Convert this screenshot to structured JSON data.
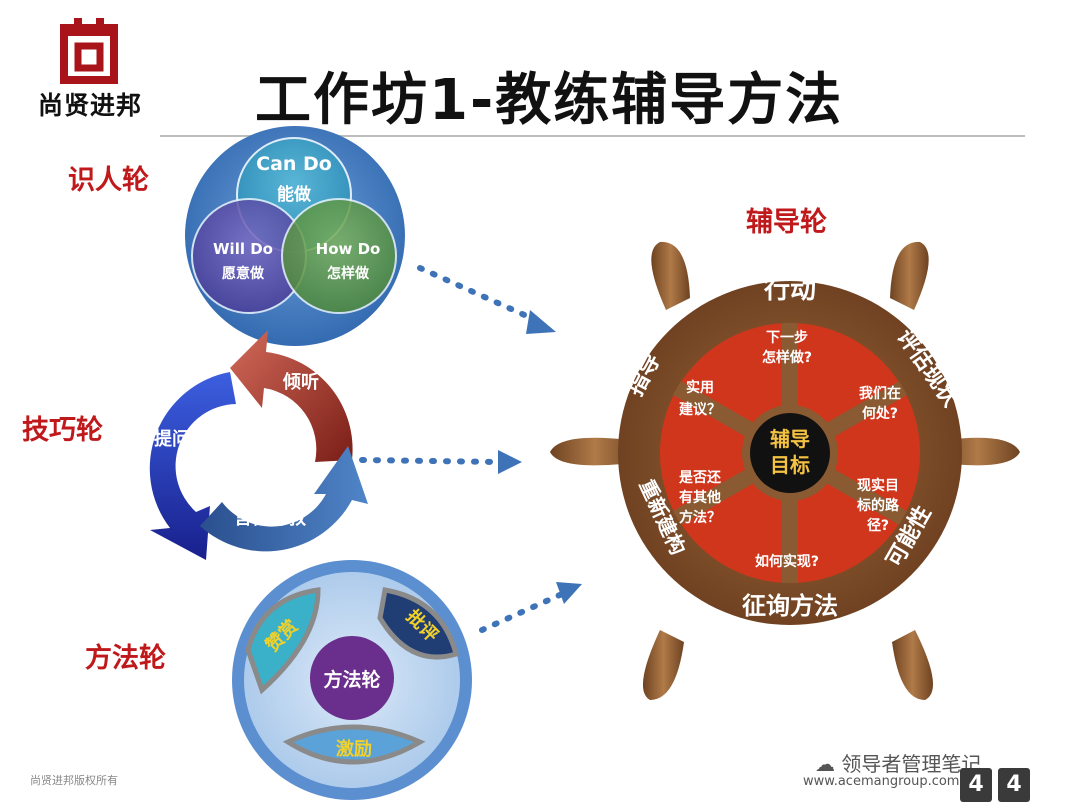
{
  "logo": {
    "text": "尚贤进邦",
    "color": "#a8141a"
  },
  "title": "工作坊1-教练辅导方法",
  "labels": {
    "shiren": "识人轮",
    "jiqiao": "技巧轮",
    "fangfa": "方法轮",
    "fudao": "辅导轮"
  },
  "venn": {
    "top_en": "Can Do",
    "top_cn": "能做",
    "left_en": "Will Do",
    "left_cn": "愿意做",
    "right_en": "How Do",
    "right_cn": "怎样做"
  },
  "cycle": {
    "listen": "倾听",
    "ask": "提问",
    "model": "言传身教"
  },
  "method": {
    "center": "方法轮",
    "praise": "赞赏",
    "critique": "批评",
    "motivate": "激励"
  },
  "wheel": {
    "center_line1": "辅导",
    "center_line2": "目标",
    "outer": {
      "action": "行动",
      "assess": "评估现状",
      "possible": "可能性",
      "explore": "征询方法",
      "reset": "重新建构",
      "guide": "指导"
    },
    "inner": {
      "next_l1": "下一步",
      "next_l2": "怎样做?",
      "where_l1": "我们在",
      "where_l2": "何处?",
      "path_l1": "现实目",
      "path_l2": "标的路",
      "path_l3": "径?",
      "how": "如何实现?",
      "other_l1": "是否还",
      "other_l2": "有其他",
      "other_l3": "方法？",
      "advice_l1": "实用",
      "advice_l2": "建议？"
    }
  },
  "footer": {
    "left": "尚贤进邦版权所有",
    "url": "www.acemangroup.com",
    "wechat": "领导者管理笔记",
    "page1": "4",
    "page2": "4"
  },
  "colors": {
    "red_label": "#c0191c",
    "wheel_brown": "#7a4a28",
    "wheel_red": "#d0361c",
    "arrow_blue": "#3f73b8"
  }
}
